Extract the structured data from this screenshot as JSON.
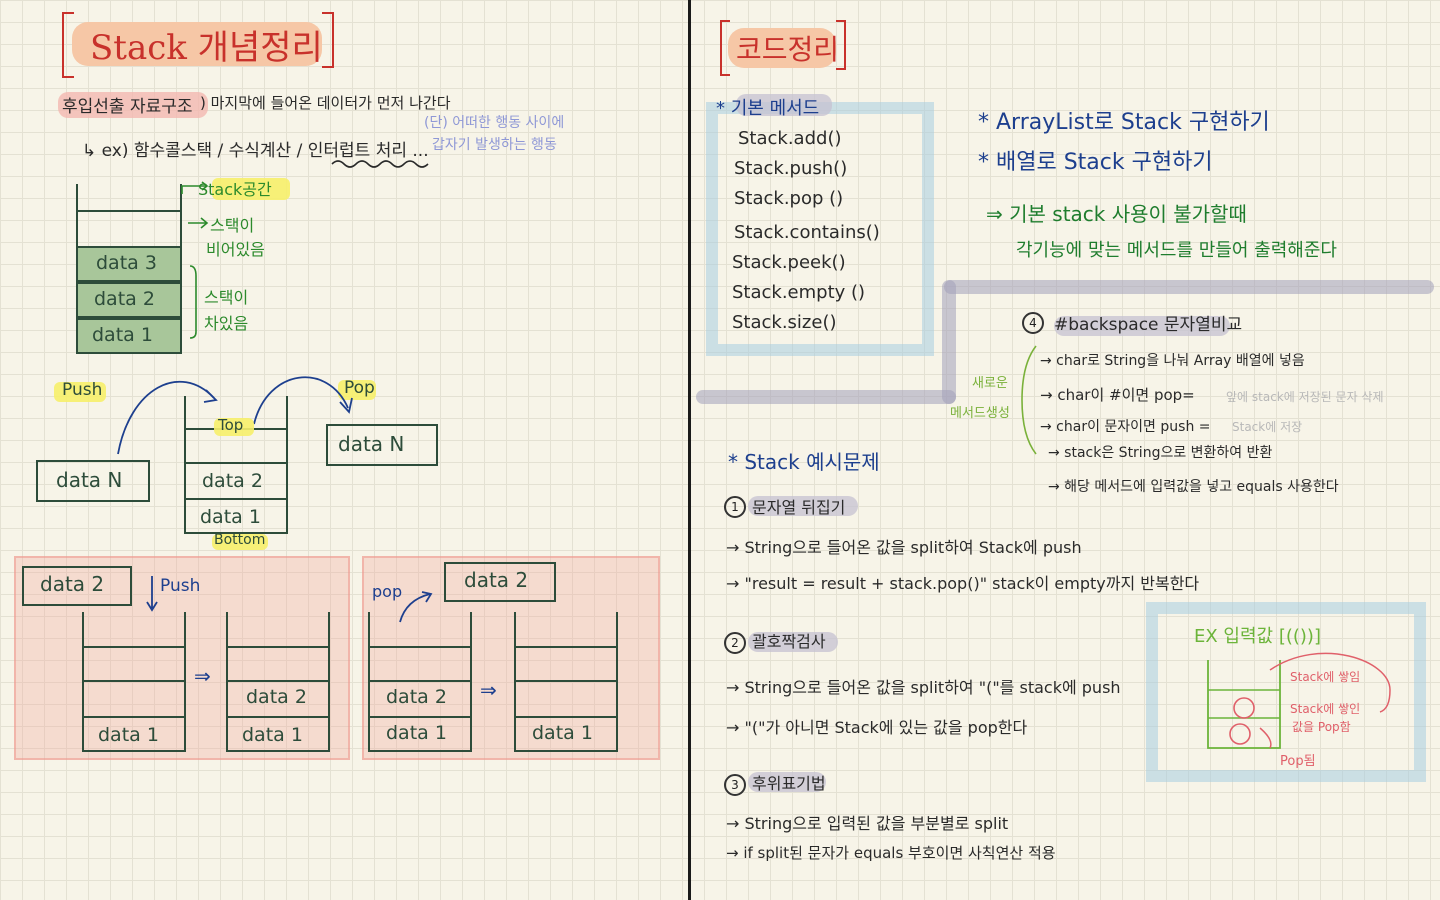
{
  "left": {
    "title": "Stack 개념정리",
    "definition": {
      "term": "후입선출 자료구조",
      "text": ") 마지막에 들어온 데이터가 먼저 나간다"
    },
    "examples": "↳ ex) 함수콜스택 / 수식계산 / 인터럽트 처리 ...",
    "interrupt_note_line1": "(단) 어떠한 행동 사이에",
    "interrupt_note_line2": "갑자기 발생하는 행동",
    "diagram1": {
      "stack_space": "Stack공간",
      "empty_label_line1": "스택이",
      "empty_label_line2": "비어있음",
      "filled_label_line1": "스택이",
      "filled_label_line2": "차있음",
      "cells": [
        "data 3",
        "data 2",
        "data 1"
      ]
    },
    "diagram2": {
      "push": "Push",
      "pop": "Pop",
      "top": "Top",
      "bottom": "Bottom",
      "incoming": "data N",
      "outgoing": "data N",
      "cells": [
        "data 2",
        "data 1"
      ]
    },
    "push_demo": {
      "item": "data 2",
      "label": "Push",
      "before": [
        "data 1"
      ],
      "after": [
        "data 2",
        "data 1"
      ],
      "arrow": "⇒"
    },
    "pop_demo": {
      "item": "data 2",
      "label": "pop",
      "before": [
        "data 2",
        "data 1"
      ],
      "after": [
        "data 1"
      ],
      "arrow": "⇒"
    }
  },
  "right": {
    "title": "코드정리",
    "methods_heading": "* 기본 메서드",
    "methods": [
      "Stack.add()",
      "Stack.push()",
      "Stack.pop ()",
      "Stack.contains()",
      "Stack.peek()",
      "Stack.empty ()",
      "Stack.size()"
    ],
    "impl_line1": "* ArrayList로 Stack 구현하기",
    "impl_line2": "* 배열로 Stack 구현하기",
    "impl_note1": "⇒ 기본 stack 사용이 불가할때",
    "impl_note2": "각기능에 맞는 메서드를 만들어 출력해준다",
    "side_note_line1": "새로운",
    "side_note_line2": "메서드생성",
    "backspace": {
      "title": "#backspace 문자열비교",
      "number": "4",
      "steps": [
        "→ char로 String을 나눠 Array 배열에 넣음",
        "→ char이 #이면 pop=",
        "→ char이 문자이면 push =",
        "→ stack은 String으로 변환하여 반환",
        "→ 해당 메서드에 입력값을 넣고 equals 사용한다"
      ],
      "pop_note": "앞에 stack에 저장된 문자 삭제",
      "push_note": "Stack에 저장"
    },
    "examples_heading": "* Stack 예시문제",
    "ex1": {
      "number": "1",
      "title": "문자열 뒤집기",
      "steps": [
        "→ String으로 들어온 값을 split하여 Stack에 push",
        "→ \"result = result + stack.pop()\" stack이 empty까지 반복한다"
      ]
    },
    "ex2": {
      "number": "2",
      "title": "괄호짝검사",
      "steps": [
        "→ String으로 들어온 값을 split하여 \"(\"를 stack에 push",
        "→ \"(\"가 아니면 Stack에 있는 값을 pop한다"
      ]
    },
    "ex3": {
      "number": "3",
      "title": "후위표기법",
      "steps": [
        "→ String으로 입력된 값을 부분별로 split",
        "→ if split된 문자가 equals 부호이면 사칙연산 적용"
      ]
    },
    "bracket_example": {
      "label": "EX 입력값 [(())]",
      "in_stack": "Stack에 쌓임",
      "pop_note1": "Stack에 쌓인",
      "pop_note2": "값을 Pop함",
      "popped": "Pop됨"
    }
  }
}
